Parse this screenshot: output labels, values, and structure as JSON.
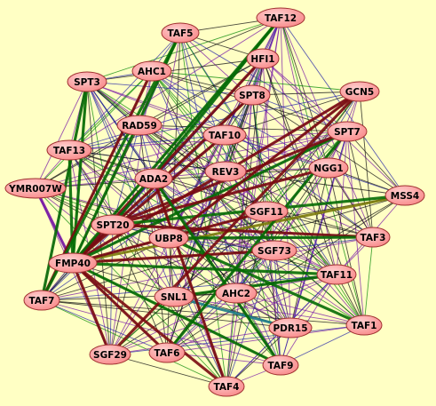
{
  "background": "#ffffc4",
  "node_fill": "#f88a8a",
  "node_fill_light": "#ffd0d0",
  "node_stroke": "#a03030",
  "edge_colors": {
    "black": "#111111",
    "purple": "#7a1aa8",
    "blue": "#2a2aa8",
    "green": "#0a8a0a",
    "darkgreen": "#046b04",
    "darkred": "#7a0a10",
    "teal": "#1a7a8a",
    "olive": "#7a7a0a"
  },
  "nodes": [
    {
      "id": "TAF12",
      "label": "TAF12"
    },
    {
      "id": "TAF5",
      "label": "TAF5"
    },
    {
      "id": "HFI1",
      "label": "HFI1"
    },
    {
      "id": "AHC1",
      "label": "AHC1"
    },
    {
      "id": "SPT3",
      "label": "SPT3"
    },
    {
      "id": "GCN5",
      "label": "GCN5"
    },
    {
      "id": "SPT8",
      "label": "SPT8"
    },
    {
      "id": "RAD59",
      "label": "RAD59"
    },
    {
      "id": "SPT7",
      "label": "SPT7"
    },
    {
      "id": "TAF10",
      "label": "TAF10"
    },
    {
      "id": "TAF13",
      "label": "TAF13"
    },
    {
      "id": "NGG1",
      "label": "NGG1"
    },
    {
      "id": "REV3",
      "label": "REV3"
    },
    {
      "id": "ADA2",
      "label": "ADA2"
    },
    {
      "id": "YMR007W",
      "label": "YMR007W"
    },
    {
      "id": "MSS4",
      "label": "MSS4"
    },
    {
      "id": "SGF11",
      "label": "SGF11"
    },
    {
      "id": "SPT20",
      "label": "SPT20"
    },
    {
      "id": "TAF3",
      "label": "TAF3"
    },
    {
      "id": "UBP8",
      "label": "UBP8"
    },
    {
      "id": "SGF73",
      "label": "SGF73"
    },
    {
      "id": "FMP40",
      "label": "FMP40"
    },
    {
      "id": "TAF11",
      "label": "TAF11"
    },
    {
      "id": "AHC2",
      "label": "AHC2"
    },
    {
      "id": "SNL1",
      "label": "SNL1"
    },
    {
      "id": "TAF7",
      "label": "TAF7"
    },
    {
      "id": "TAF1",
      "label": "TAF1"
    },
    {
      "id": "PDR15",
      "label": "PDR15"
    },
    {
      "id": "SGF29",
      "label": "SGF29"
    },
    {
      "id": "TAF6",
      "label": "TAF6"
    },
    {
      "id": "TAF9",
      "label": "TAF9"
    },
    {
      "id": "TAF4",
      "label": "TAF4"
    }
  ],
  "thick_edges": [
    {
      "from": "FMP40",
      "to": "GCN5",
      "color": "darkred"
    },
    {
      "from": "FMP40",
      "to": "SPT7",
      "color": "darkgreen"
    },
    {
      "from": "FMP40",
      "to": "MSS4",
      "color": "olive"
    },
    {
      "from": "FMP40",
      "to": "TAF10",
      "color": "darkred"
    },
    {
      "from": "FMP40",
      "to": "SPT8",
      "color": "darkred"
    },
    {
      "from": "FMP40",
      "to": "HFI1",
      "color": "darkred"
    },
    {
      "from": "FMP40",
      "to": "TAF5",
      "color": "darkgreen"
    },
    {
      "from": "FMP40",
      "to": "SPT3",
      "color": "darkgreen"
    },
    {
      "from": "FMP40",
      "to": "TAF13",
      "color": "darkgreen"
    },
    {
      "from": "FMP40",
      "to": "YMR007W",
      "color": "purple"
    },
    {
      "from": "FMP40",
      "to": "SGF11",
      "color": "darkred"
    },
    {
      "from": "FMP40",
      "to": "SGF73",
      "color": "darkred"
    },
    {
      "from": "FMP40",
      "to": "TAF11",
      "color": "darkgreen"
    },
    {
      "from": "FMP40",
      "to": "TAF6",
      "color": "darkred"
    },
    {
      "from": "FMP40",
      "to": "SGF29",
      "color": "darkred"
    },
    {
      "from": "FMP40",
      "to": "TAF4",
      "color": "darkred"
    },
    {
      "from": "FMP40",
      "to": "TAF9",
      "color": "darkgreen"
    },
    {
      "from": "FMP40",
      "to": "TAF12",
      "color": "darkgreen"
    },
    {
      "from": "SPT20",
      "to": "NGG1",
      "color": "darkred"
    },
    {
      "from": "SPT20",
      "to": "MSS4",
      "color": "darkgreen"
    },
    {
      "from": "SPT20",
      "to": "TAF3",
      "color": "darkred"
    },
    {
      "from": "SPT20",
      "to": "SPT7",
      "color": "darkred"
    },
    {
      "from": "UBP8",
      "to": "TAF1",
      "color": "darkgreen"
    },
    {
      "from": "UBP8",
      "to": "TAF3",
      "color": "darkgreen"
    },
    {
      "from": "UBP8",
      "to": "GCN5",
      "color": "darkred"
    },
    {
      "from": "SNL1",
      "to": "PDR15",
      "color": "teal"
    },
    {
      "from": "SNL1",
      "to": "TAF11",
      "color": "darkgreen"
    },
    {
      "from": "ADA2",
      "to": "TAF4",
      "color": "darkred"
    },
    {
      "from": "ADA2",
      "to": "TAF9",
      "color": "darkgreen"
    },
    {
      "from": "AHC1",
      "to": "TAF7",
      "color": "darkred"
    },
    {
      "from": "SPT3",
      "to": "TAF7",
      "color": "darkgreen"
    },
    {
      "from": "TAF5",
      "to": "TAF7",
      "color": "darkgreen"
    },
    {
      "from": "TAF12",
      "to": "SPT20",
      "color": "darkgreen"
    },
    {
      "from": "SGF29",
      "to": "GCN5",
      "color": "darkred"
    },
    {
      "from": "TAF6",
      "to": "SPT7",
      "color": "darkgreen"
    }
  ]
}
